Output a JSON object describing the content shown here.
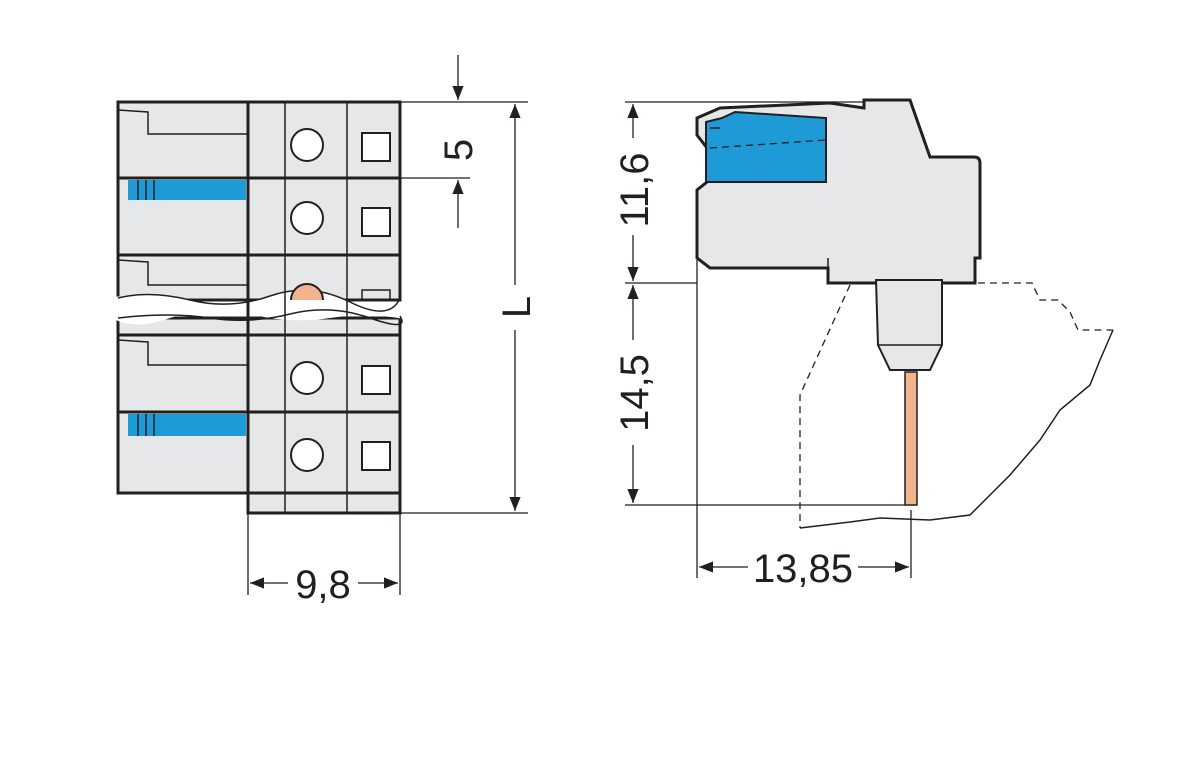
{
  "dimensions": {
    "pitch": "5",
    "length": "L",
    "height_top": "11,6",
    "height_pin": "14,5",
    "width_front": "9,8",
    "depth_side": "13,85"
  },
  "colors": {
    "housing": "#e6e7e8",
    "actuator": "#1e9ad6",
    "pin": "#f2b48c",
    "line": "#231f20"
  }
}
